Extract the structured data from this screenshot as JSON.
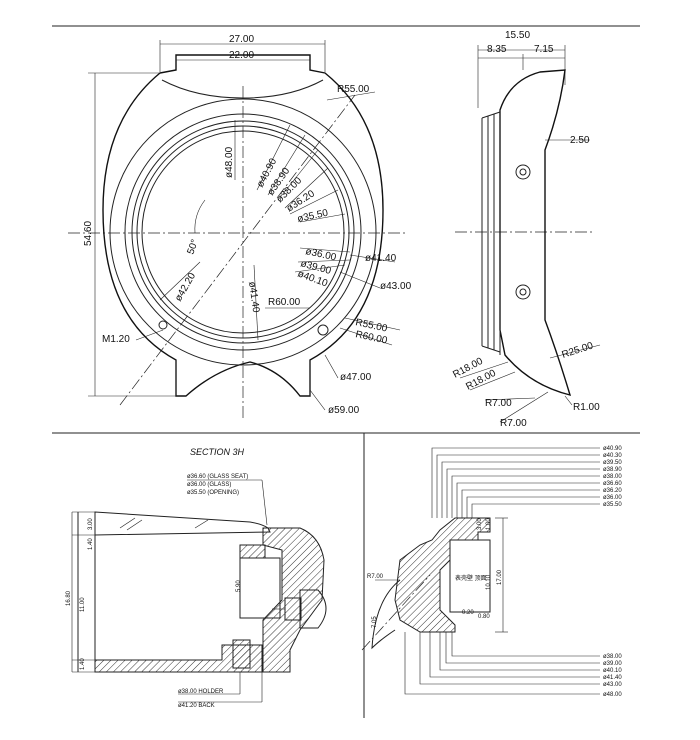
{
  "top_view": {
    "dim_27": "27.00",
    "dim_22": "22.00",
    "dim_54_60": "54.60",
    "r55_top": "R55.00",
    "d48": "ø48.00",
    "d40_90": "ø40.90",
    "d38_90": "ø38.90",
    "d38_00": "ø38.00",
    "d36_20": "ø36.20",
    "d35_50": "ø35.50",
    "d36_00": "ø36.00",
    "d39_00": "ø39.00",
    "d40_10": "ø40.10",
    "d41_40_right": "ø41.40",
    "d43": "ø43.00",
    "angle": "50°",
    "d42_20": "ø42.20",
    "d41_40_center": "ø41.40",
    "r60_center": "R60.00",
    "r55_bottom": "R55.00",
    "r60_bottom": "R60.00",
    "m1_20": "M1.20",
    "d47": "ø47.00",
    "d59": "ø59.00"
  },
  "side_view": {
    "dim_15_50": "15.50",
    "dim_8_35": "8.35",
    "dim_7_15": "7.15",
    "dim_2_50": "2.50",
    "r18_a": "R18.00",
    "r18_b": "R18.00",
    "r25": "R25.00",
    "r7_a": "R7.00",
    "r7_b": "R7.00",
    "r1": "R1.00"
  },
  "section": {
    "title": "SECTION 3H",
    "glass_seat": "ø36.60 (GLASS SEAT)",
    "glass": "ø36.00 (GLASS)",
    "opening": "ø35.50 (OPENING)",
    "h_3": "3.00",
    "h_1_40_top": "1.40",
    "h_11": "11.00",
    "h_16_80": "16.80",
    "h_1_40_bot": "1.40",
    "h_5_90": "5.90",
    "holder": "ø38.00 HOLDER",
    "back": "ø41.20 BACK"
  },
  "detail": {
    "top_labels": [
      "ø40.90",
      "ø40.30",
      "ø39.50",
      "ø38.90",
      "ø38.00",
      "ø36.60",
      "ø36.20",
      "ø36.00",
      "ø35.50"
    ],
    "bottom_labels": [
      "ø38.00",
      "ø39.00",
      "ø40.10",
      "ø41.40",
      "ø43.00",
      "ø48.00"
    ],
    "r7": "R7.00",
    "v_3_00": "3.00",
    "v_1_00": "1.00",
    "v_10_10": "10.10",
    "v_17_00": "17.00",
    "v_0_20": "0.20",
    "v_0_80": "0.80",
    "v_7_05": "7.05",
    "note": "表壳壁 顶面"
  }
}
